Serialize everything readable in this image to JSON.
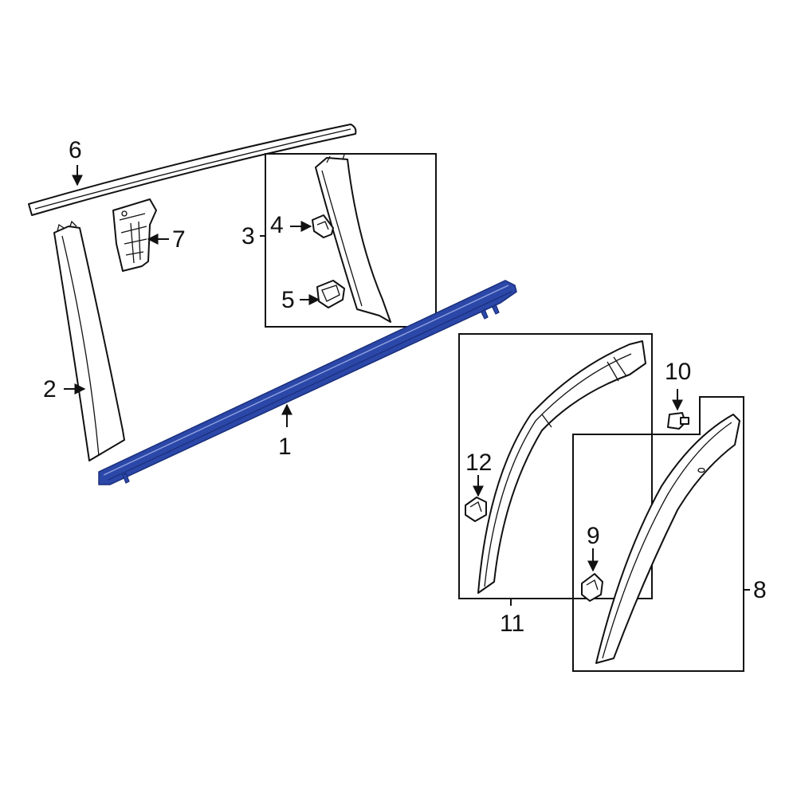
{
  "diagram": {
    "highlight_color": "#2b47a8",
    "outline_color": "#111111",
    "callouts": {
      "c1": "1",
      "c2": "2",
      "c3": "3",
      "c4": "4",
      "c5": "5",
      "c6": "6",
      "c7": "7",
      "c8": "8",
      "c9": "9",
      "c10": "10",
      "c11": "11",
      "c12": "12"
    }
  }
}
